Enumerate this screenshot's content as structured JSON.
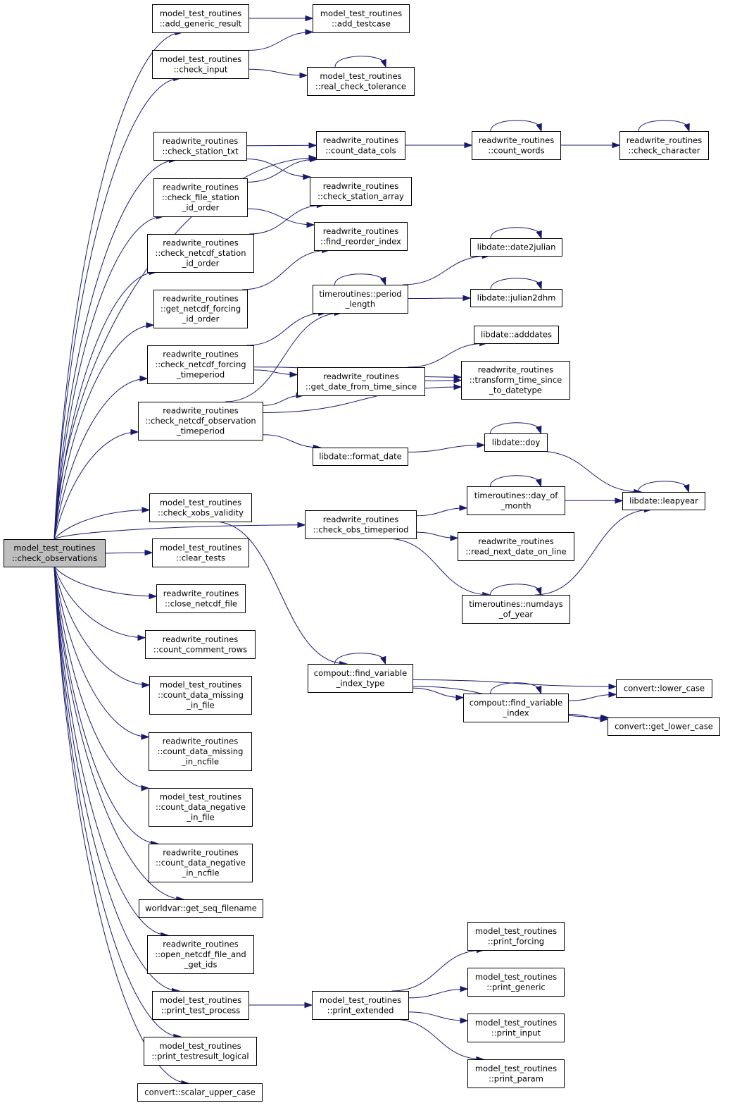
{
  "colors": {
    "edge": "#191970",
    "node_fill": "#ffffff",
    "root_fill": "#bfbfbf",
    "border": "#000000"
  },
  "nodes": {
    "root": [
      "model_test_routines",
      "::check_observations"
    ],
    "add_generic_result": [
      "model_test_routines",
      "::add_generic_result"
    ],
    "add_testcase": [
      "model_test_routines",
      "::add_testcase"
    ],
    "check_input": [
      "model_test_routines",
      "::check_input"
    ],
    "real_check_tolerance": [
      "model_test_routines",
      "::real_check_tolerance"
    ],
    "check_station_txt": [
      "readwrite_routines",
      "::check_station_txt"
    ],
    "count_data_cols": [
      "readwrite_routines",
      "::count_data_cols"
    ],
    "count_words": [
      "readwrite_routines",
      "::count_words"
    ],
    "check_character": [
      "readwrite_routines",
      "::check_character"
    ],
    "check_file_station_id_order": [
      "readwrite_routines",
      "::check_file_station",
      "_id_order"
    ],
    "check_station_array": [
      "readwrite_routines",
      "::check_station_array"
    ],
    "check_netcdf_station_id_order": [
      "readwrite_routines",
      "::check_netcdf_station",
      "_id_order"
    ],
    "find_reorder_index": [
      "readwrite_routines",
      "::find_reorder_index"
    ],
    "date2julian": [
      "libdate::date2julian"
    ],
    "get_netcdf_forcing_id_order": [
      "readwrite_routines",
      "::get_netcdf_forcing",
      "_id_order"
    ],
    "period_length": [
      "timeroutines::period",
      "_length"
    ],
    "julian2dhm": [
      "libdate::julian2dhm"
    ],
    "adddates": [
      "libdate::adddates"
    ],
    "check_netcdf_forcing_timeperiod": [
      "readwrite_routines",
      "::check_netcdf_forcing",
      "_timeperiod"
    ],
    "transform_time_since_to_datetype": [
      "readwrite_routines",
      "::transform_time_since",
      "_to_datetype"
    ],
    "get_date_from_time_since": [
      "readwrite_routines",
      "::get_date_from_time_since"
    ],
    "check_netcdf_observation_timeperiod": [
      "readwrite_routines",
      "::check_netcdf_observation",
      "_timeperiod"
    ],
    "doy": [
      "libdate::doy"
    ],
    "format_date": [
      "libdate::format_date"
    ],
    "day_of_month": [
      "timeroutines::day_of",
      "_month"
    ],
    "leapyear": [
      "libdate::leapyear"
    ],
    "check_xobs_validity": [
      "model_test_routines",
      "::check_xobs_validity"
    ],
    "check_obs_timeperiod": [
      "readwrite_routines",
      "::check_obs_timeperiod"
    ],
    "read_next_date_on_line": [
      "readwrite_routines",
      "::read_next_date_on_line"
    ],
    "clear_tests": [
      "model_test_routines",
      "::clear_tests"
    ],
    "close_netcdf_file": [
      "readwrite_routines",
      "::close_netcdf_file"
    ],
    "numdays_of_year": [
      "timeroutines::numdays",
      "_of_year"
    ],
    "count_comment_rows": [
      "readwrite_routines",
      "::count_comment_rows"
    ],
    "find_variable_index_type": [
      "compout::find_variable",
      "_index_type"
    ],
    "lower_case": [
      "convert::lower_case"
    ],
    "count_data_missing_in_file": [
      "model_test_routines",
      "::count_data_missing",
      "_in_file"
    ],
    "find_variable_index": [
      "compout::find_variable",
      "_index"
    ],
    "get_lower_case": [
      "convert::get_lower_case"
    ],
    "count_data_missing_in_ncfile": [
      "readwrite_routines",
      "::count_data_missing",
      "_in_ncfile"
    ],
    "count_data_negative_in_file": [
      "model_test_routines",
      "::count_data_negative",
      "_in_file"
    ],
    "count_data_negative_in_ncfile": [
      "readwrite_routines",
      "::count_data_negative",
      "_in_ncfile"
    ],
    "get_seq_filename": [
      "worldvar::get_seq_filename"
    ],
    "open_netcdf_file_and_get_ids": [
      "readwrite_routines",
      "::open_netcdf_file_and",
      "_get_ids"
    ],
    "print_forcing": [
      "model_test_routines",
      "::print_forcing"
    ],
    "print_generic": [
      "model_test_routines",
      "::print_generic"
    ],
    "print_test_process": [
      "model_test_routines",
      "::print_test_process"
    ],
    "print_extended": [
      "model_test_routines",
      "::print_extended"
    ],
    "print_input": [
      "model_test_routines",
      "::print_input"
    ],
    "print_testresult_logical": [
      "model_test_routines",
      "::print_testresult_logical"
    ],
    "print_param": [
      "model_test_routines",
      "::print_param"
    ],
    "scalar_upper_case": [
      "convert::scalar_upper_case"
    ]
  },
  "edges": [
    [
      "root",
      "add_generic_result"
    ],
    [
      "root",
      "check_input"
    ],
    [
      "root",
      "count_data_cols"
    ],
    [
      "root",
      "check_station_txt"
    ],
    [
      "root",
      "check_file_station_id_order"
    ],
    [
      "root",
      "check_netcdf_station_id_order"
    ],
    [
      "root",
      "get_netcdf_forcing_id_order"
    ],
    [
      "root",
      "check_netcdf_forcing_timeperiod"
    ],
    [
      "root",
      "check_netcdf_observation_timeperiod"
    ],
    [
      "root",
      "check_obs_timeperiod"
    ],
    [
      "root",
      "check_xobs_validity"
    ],
    [
      "root",
      "clear_tests"
    ],
    [
      "root",
      "close_netcdf_file"
    ],
    [
      "root",
      "count_comment_rows"
    ],
    [
      "root",
      "count_data_missing_in_file"
    ],
    [
      "root",
      "count_data_missing_in_ncfile"
    ],
    [
      "root",
      "count_data_negative_in_file"
    ],
    [
      "root",
      "count_data_negative_in_ncfile"
    ],
    [
      "root",
      "get_seq_filename"
    ],
    [
      "root",
      "open_netcdf_file_and_get_ids"
    ],
    [
      "root",
      "print_test_process"
    ],
    [
      "root",
      "print_testresult_logical"
    ],
    [
      "root",
      "scalar_upper_case"
    ],
    [
      "add_generic_result",
      "add_testcase"
    ],
    [
      "check_input",
      "add_testcase"
    ],
    [
      "check_input",
      "real_check_tolerance"
    ],
    [
      "real_check_tolerance",
      "real_check_tolerance"
    ],
    [
      "check_station_txt",
      "count_data_cols"
    ],
    [
      "check_station_txt",
      "check_station_array"
    ],
    [
      "count_data_cols",
      "count_words"
    ],
    [
      "count_words",
      "count_words"
    ],
    [
      "count_words",
      "check_character"
    ],
    [
      "check_character",
      "check_character"
    ],
    [
      "check_file_station_id_order",
      "count_data_cols"
    ],
    [
      "check_file_station_id_order",
      "find_reorder_index"
    ],
    [
      "check_netcdf_station_id_order",
      "check_station_array"
    ],
    [
      "get_netcdf_forcing_id_order",
      "find_reorder_index"
    ],
    [
      "date2julian",
      "date2julian"
    ],
    [
      "period_length",
      "period_length"
    ],
    [
      "period_length",
      "date2julian"
    ],
    [
      "period_length",
      "julian2dhm"
    ],
    [
      "julian2dhm",
      "julian2dhm"
    ],
    [
      "check_netcdf_forcing_timeperiod",
      "period_length"
    ],
    [
      "check_netcdf_forcing_timeperiod",
      "transform_time_since_to_datetype"
    ],
    [
      "check_netcdf_forcing_timeperiod",
      "get_date_from_time_since"
    ],
    [
      "get_date_from_time_since",
      "adddates"
    ],
    [
      "get_date_from_time_since",
      "transform_time_since_to_datetype"
    ],
    [
      "check_netcdf_observation_timeperiod",
      "period_length"
    ],
    [
      "check_netcdf_observation_timeperiod",
      "get_date_from_time_since"
    ],
    [
      "check_netcdf_observation_timeperiod",
      "transform_time_since_to_datetype"
    ],
    [
      "check_netcdf_observation_timeperiod",
      "format_date"
    ],
    [
      "format_date",
      "doy"
    ],
    [
      "doy",
      "doy"
    ],
    [
      "doy",
      "leapyear"
    ],
    [
      "check_obs_timeperiod",
      "day_of_month"
    ],
    [
      "check_obs_timeperiod",
      "read_next_date_on_line"
    ],
    [
      "check_obs_timeperiod",
      "numdays_of_year"
    ],
    [
      "day_of_month",
      "day_of_month"
    ],
    [
      "day_of_month",
      "leapyear"
    ],
    [
      "leapyear",
      "leapyear"
    ],
    [
      "numdays_of_year",
      "numdays_of_year"
    ],
    [
      "numdays_of_year",
      "leapyear"
    ],
    [
      "check_xobs_validity",
      "find_variable_index_type"
    ],
    [
      "find_variable_index_type",
      "find_variable_index_type"
    ],
    [
      "find_variable_index_type",
      "lower_case"
    ],
    [
      "find_variable_index_type",
      "find_variable_index"
    ],
    [
      "find_variable_index_type",
      "get_lower_case"
    ],
    [
      "find_variable_index",
      "find_variable_index"
    ],
    [
      "find_variable_index",
      "lower_case"
    ],
    [
      "find_variable_index",
      "get_lower_case"
    ],
    [
      "print_test_process",
      "print_extended"
    ],
    [
      "print_extended",
      "print_forcing"
    ],
    [
      "print_extended",
      "print_generic"
    ],
    [
      "print_extended",
      "print_input"
    ],
    [
      "print_extended",
      "print_param"
    ]
  ]
}
